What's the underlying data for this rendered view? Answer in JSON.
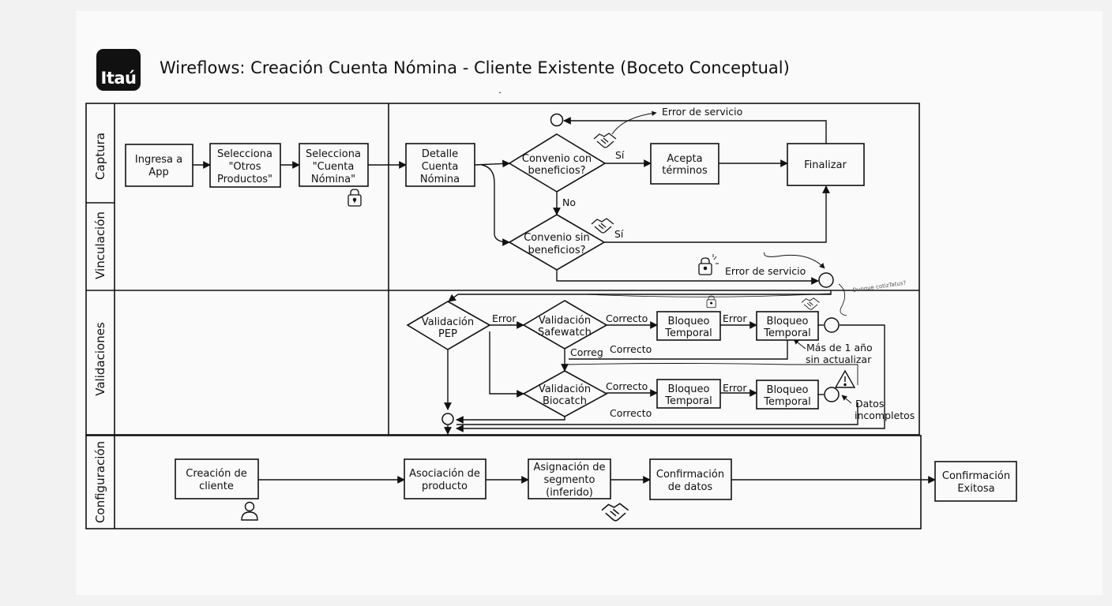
{
  "header": {
    "logo_text": "Itaú",
    "title": "Wireflows:  Creación Cuenta Nómina - Cliente Existente (Boceto Conceptual)"
  },
  "lanes": [
    "Captura",
    "Vinculación",
    "Validaciones",
    "Configuración"
  ],
  "nodes": {
    "ingresa": [
      "Ingresa a",
      "App"
    ],
    "otros": [
      "Selecciona",
      "\"Otros",
      "Productos\""
    ],
    "cuenta": [
      "Selecciona",
      "\"Cuenta",
      "Nómina\""
    ],
    "detalle": [
      "Detalle",
      "Cuenta",
      "Nómina"
    ],
    "convenio_con": [
      "Convenio con",
      "beneficios?"
    ],
    "acepta": [
      "Acepta",
      "términos"
    ],
    "finalizar": [
      "Finalizar"
    ],
    "convenio_sin": [
      "Convenio sin",
      "beneficios?"
    ],
    "pep": [
      "Validación",
      "PEP"
    ],
    "safewatch": [
      "Validación",
      "Safewatch"
    ],
    "bloqueo1": [
      "Bloqueo",
      "Temporal"
    ],
    "bloqueo2": [
      "Bloqueo",
      "Temporal"
    ],
    "biocatch": [
      "Validación",
      "Biocatch"
    ],
    "bloqueo3": [
      "Bloqueo",
      "Temporal"
    ],
    "bloqueo4": [
      "Bloqueo",
      "Temporal"
    ],
    "creacion": [
      "Creación de",
      "cliente"
    ],
    "asociacion": [
      "Asociación de",
      "producto"
    ],
    "asignacion": [
      "Asignación de",
      "segmento",
      "(inferido)"
    ],
    "confirmacion_datos": [
      "Confirmación",
      "de datos"
    ],
    "confirmacion_exitosa": [
      "Confirmación",
      "Exitosa"
    ]
  },
  "edge_labels": {
    "error_servicio_top": "Error de servicio",
    "si_1": "Sí",
    "no": "No",
    "si_2": "Sí",
    "error_servicio_mid": "Error de servicio",
    "error_pep": "Error",
    "correcto_safewatch": "Correcto",
    "error_bloqueo1": "Error",
    "correcto_corrego": "Correg",
    "correcto_mid": "Correcto",
    "correcto_biocatch": "Correcto",
    "error_bloqueo3": "Error",
    "correcto_bottom": "Correcto",
    "mas_de_1_ano": [
      "Más de 1 año",
      "sin  actualizar"
    ],
    "datos_incompletos": [
      "Datos",
      "incompletos"
    ],
    "scribble_note": "Dunque cotizTatus?"
  },
  "icons": [
    "logo",
    "lock-icon",
    "handshake-icon",
    "user-icon",
    "warning-icon"
  ]
}
